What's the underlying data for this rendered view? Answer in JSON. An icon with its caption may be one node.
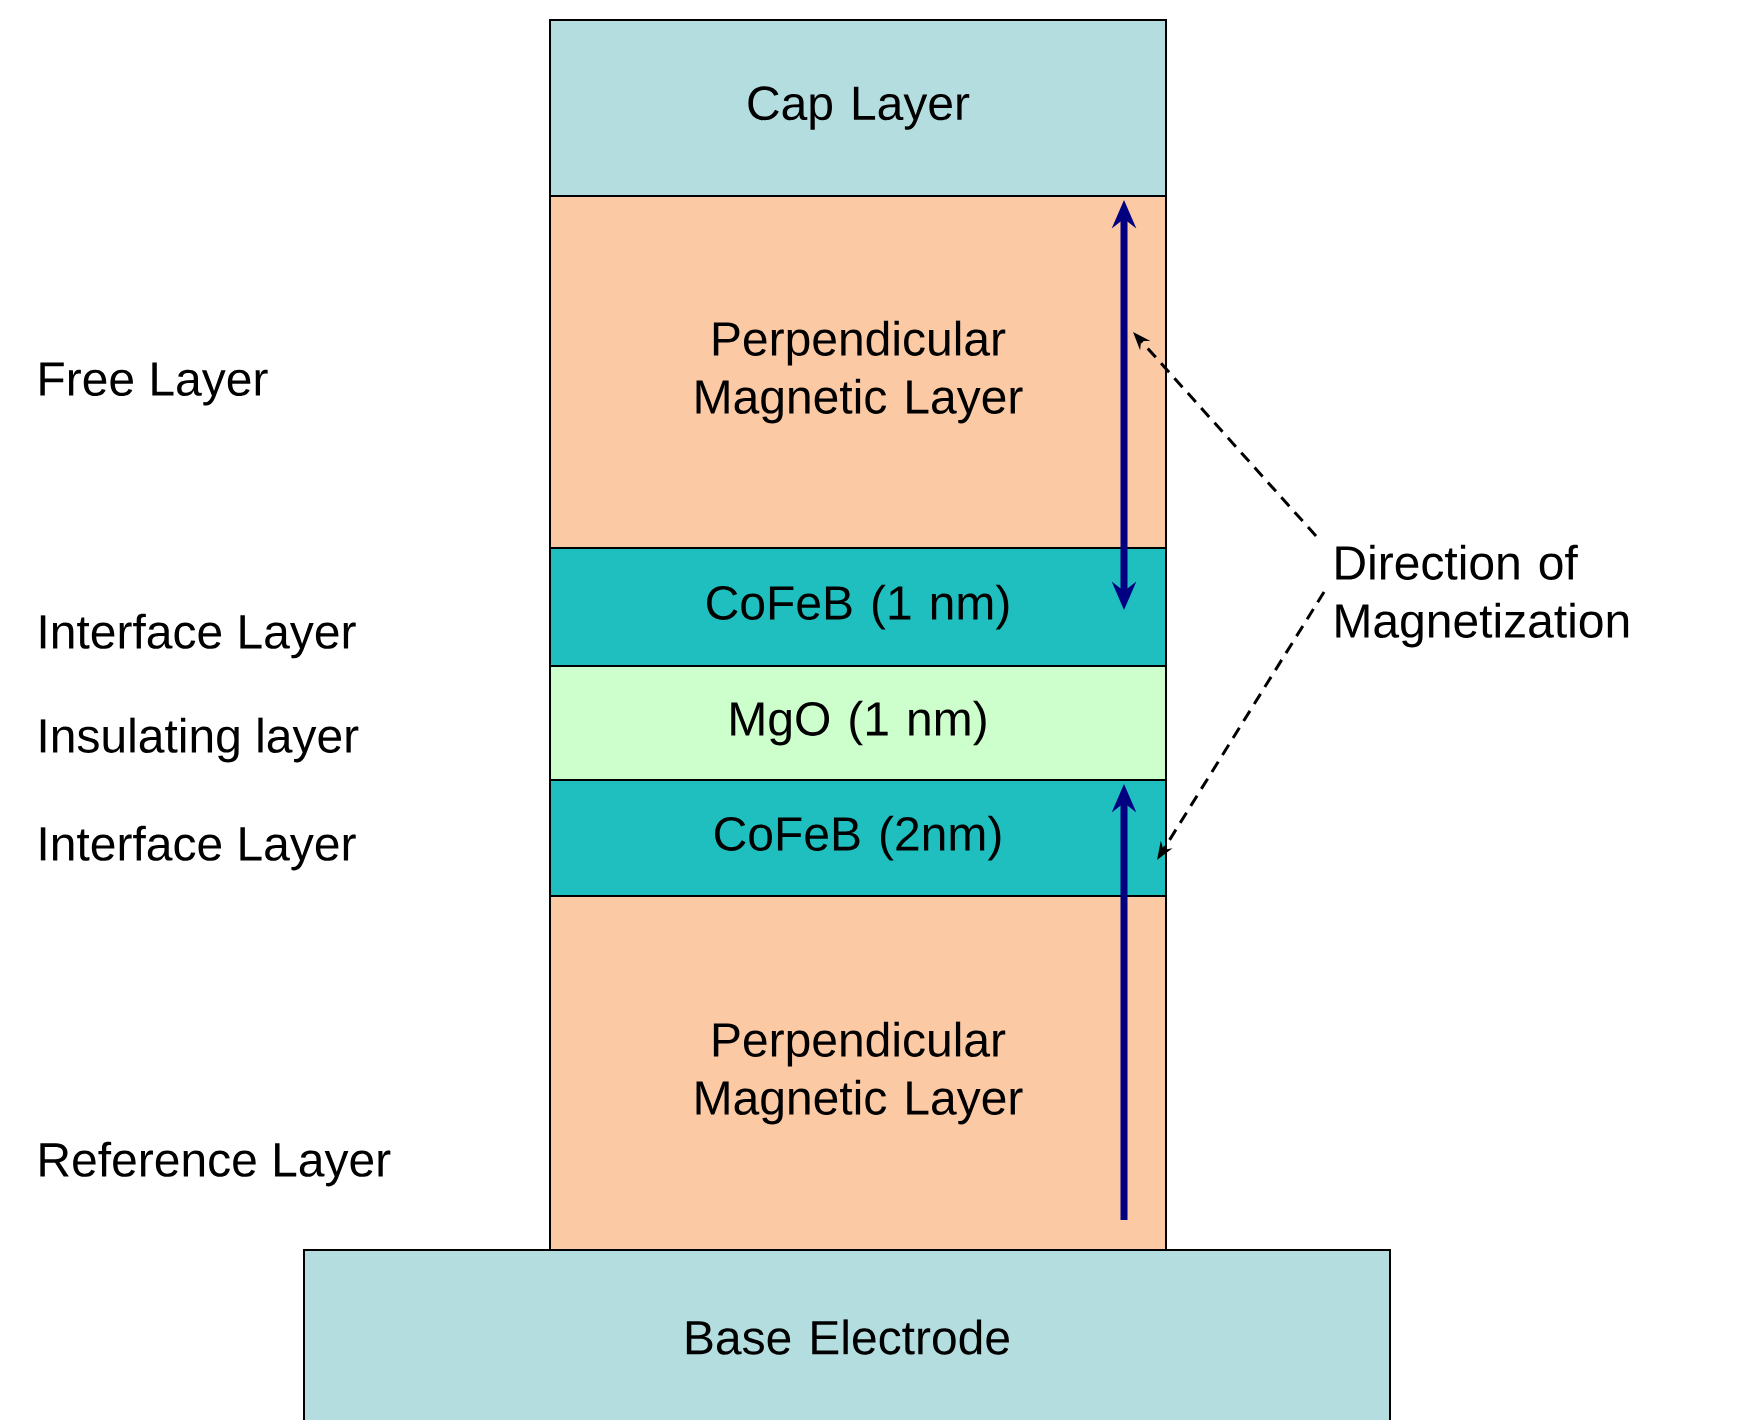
{
  "diagram": {
    "nodes": [
      {
        "text": [
          "Cap Layer"
        ]
      },
      {
        "text": [
          "Perpendicular Magnetic Layer"
        ]
      },
      {
        "text": [
          "CoFeB (1 nm)"
        ]
      },
      {
        "text": [
          "MgO (1 nm)"
        ]
      },
      {
        "text": [
          "CoFeB (2nm)"
        ]
      },
      {
        "text": [
          "Perpendicular Magnetic Layer"
        ]
      },
      {
        "text": [
          "Base Electrode"
        ]
      },
      {
        "text": [
          "Direction of Magnetization"
        ]
      }
    ],
    "edges": [
      {
        "from": 7,
        "to": 1,
        "arrow": "to",
        "style": "dashed"
      },
      {
        "from": 7,
        "to": 4,
        "arrow": "to",
        "style": "dashed"
      }
    ],
    "labels": [
      "Free Layer",
      "Interface Layer",
      "Insulating layer",
      "Interface Layer",
      "Reference Layer"
    ]
  }
}
